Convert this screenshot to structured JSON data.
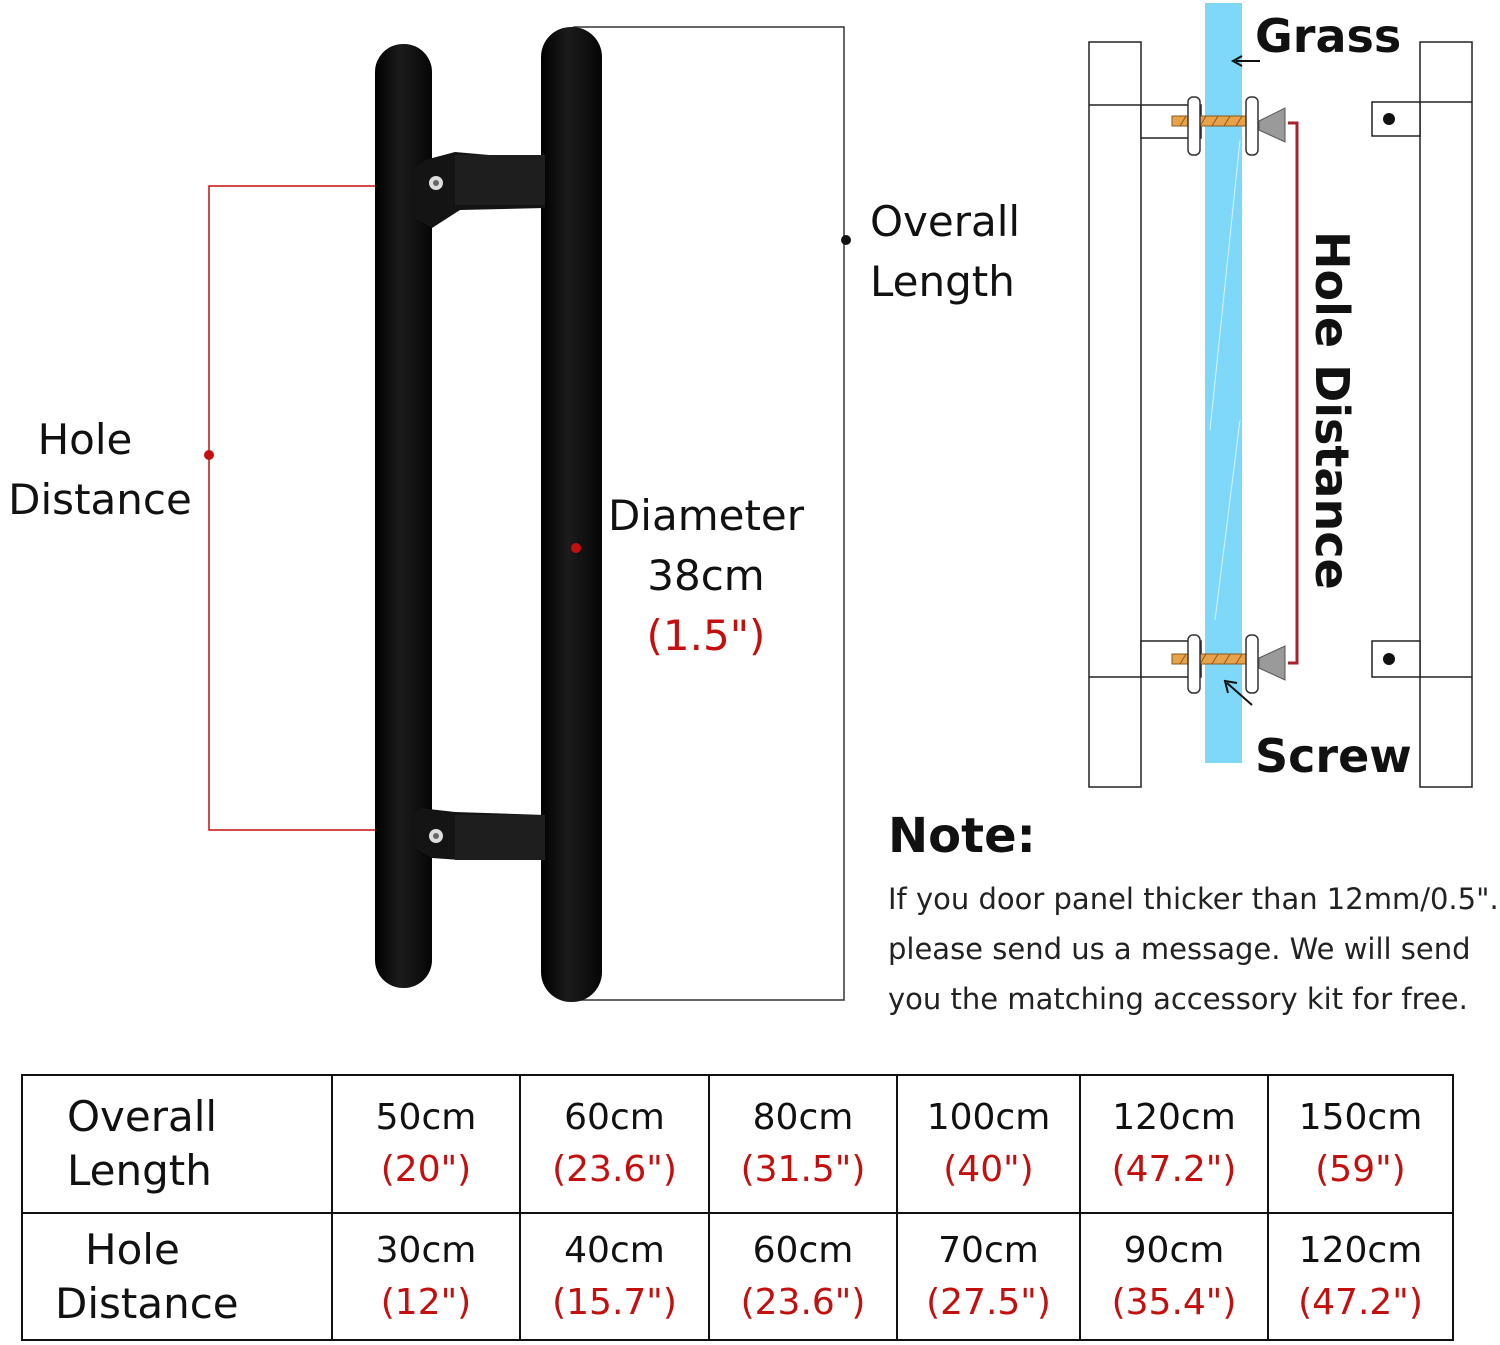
{
  "diagram": {
    "overall_length_label": [
      "Overall",
      "Length"
    ],
    "hole_distance_label": [
      "Hole",
      "Distance"
    ],
    "diameter_label": "Diameter",
    "diameter_value": "38cm",
    "diameter_inch": "(1.5\")",
    "grass_label": "Grass",
    "screw_label": "Screw",
    "side_hole_distance_label": "Hole Distance"
  },
  "note": {
    "title": "Note:",
    "lines": [
      "If you door panel thicker than 12mm/0.5\".",
      "please send us a message. We will send",
      "you the matching accessory kit for free."
    ]
  },
  "table": {
    "rows": [
      {
        "header": [
          "Overall",
          "Length"
        ],
        "cells": [
          {
            "cm": "50cm",
            "inch": "(20\")"
          },
          {
            "cm": "60cm",
            "inch": "(23.6\")"
          },
          {
            "cm": "80cm",
            "inch": "(31.5\")"
          },
          {
            "cm": "100cm",
            "inch": "(40\")"
          },
          {
            "cm": "120cm",
            "inch": "(47.2\")"
          },
          {
            "cm": "150cm",
            "inch": "(59\")"
          }
        ]
      },
      {
        "header": [
          "Hole",
          "Distance"
        ],
        "cells": [
          {
            "cm": "30cm",
            "inch": "(12\")"
          },
          {
            "cm": "40cm",
            "inch": "(15.7\")"
          },
          {
            "cm": "60cm",
            "inch": "(23.6\")"
          },
          {
            "cm": "70cm",
            "inch": "(27.5\")"
          },
          {
            "cm": "90cm",
            "inch": "(35.4\")"
          },
          {
            "cm": "120cm",
            "inch": "(47.2\")"
          }
        ]
      }
    ]
  },
  "colors": {
    "handle": "#0d0d0d",
    "dimension_red": "#c40f0f",
    "glass": "#7fd8f8",
    "bracket_line": "#a8232b",
    "screw": "#e8a24a"
  }
}
